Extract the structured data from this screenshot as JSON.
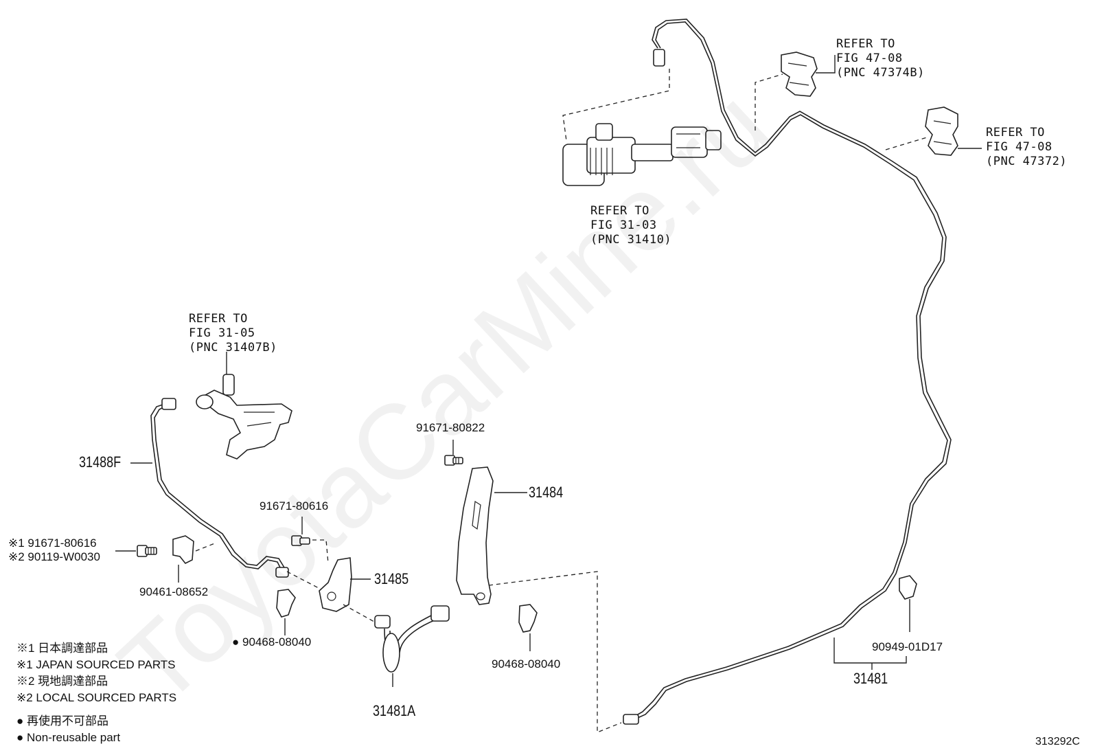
{
  "refs": {
    "fig_47_08_b": [
      "REFER TO",
      "FIG 47-08",
      "(PNC 47374B)"
    ],
    "fig_47_08": [
      "REFER TO",
      "FIG 47-08",
      "(PNC 47372)"
    ],
    "fig_31_03": [
      "REFER TO",
      "FIG 31-03",
      "(PNC 31410)"
    ],
    "fig_31_05": [
      "REFER TO",
      "FIG 31-05",
      "(PNC 31407B)"
    ]
  },
  "parts": {
    "p31488F": "31488F",
    "p31484": "31484",
    "p31485": "31485",
    "p31481A": "31481A",
    "p31481": "31481",
    "p91671_80822": "91671-80822",
    "p91671_80616": "91671-80616",
    "p_note1_91671_80616": "※1 91671-80616",
    "p_note2_90119_W0030": "※2 90119-W0030",
    "p90461_08652": "90461-08652",
    "p90468_08040_left": "90468-08040",
    "p90468_08040_right": "90468-08040",
    "p90949_01D17": "90949-01D17"
  },
  "legend": [
    "※1 日本調達部品",
    "※1 JAPAN SOURCED PARTS",
    "※2 現地調達部品",
    "※2 LOCAL SOURCED PARTS",
    "● 再使用不可部品",
    "● Non-reusable part"
  ],
  "non_reusable_marker": "●",
  "diagram_code": "313292C",
  "watermark": "ToyotaCarMine.ru"
}
